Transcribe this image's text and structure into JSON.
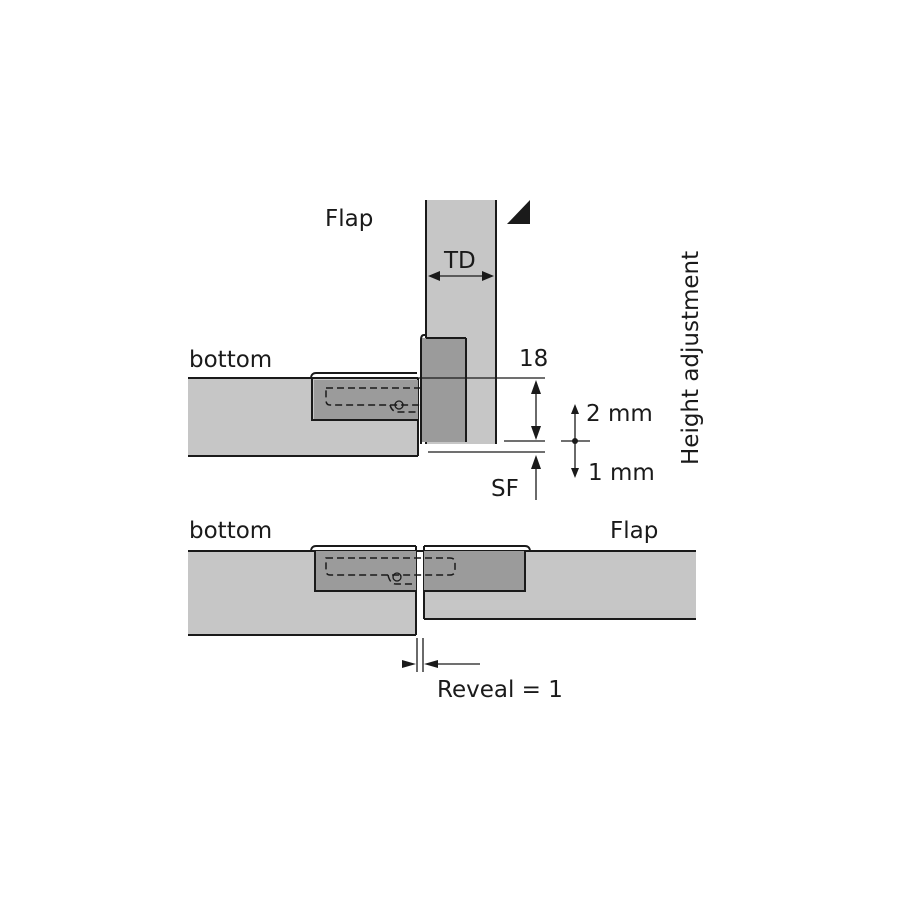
{
  "diagram": {
    "top_view": {
      "flap_label": "Flap",
      "bottom_label": "bottom",
      "td_label": "TD",
      "dimension_18": "18",
      "sf_label": "SF",
      "adjust_up": "2 mm",
      "adjust_down": "1 mm",
      "height_adjustment_label": "Height adjustment"
    },
    "bottom_view": {
      "bottom_label": "bottom",
      "flap_label": "Flap",
      "reveal_label": "Reveal = 1"
    },
    "colors": {
      "board": "#c6c6c6",
      "hinge": "#9b9b9b",
      "line": "#1a1a1a"
    }
  }
}
